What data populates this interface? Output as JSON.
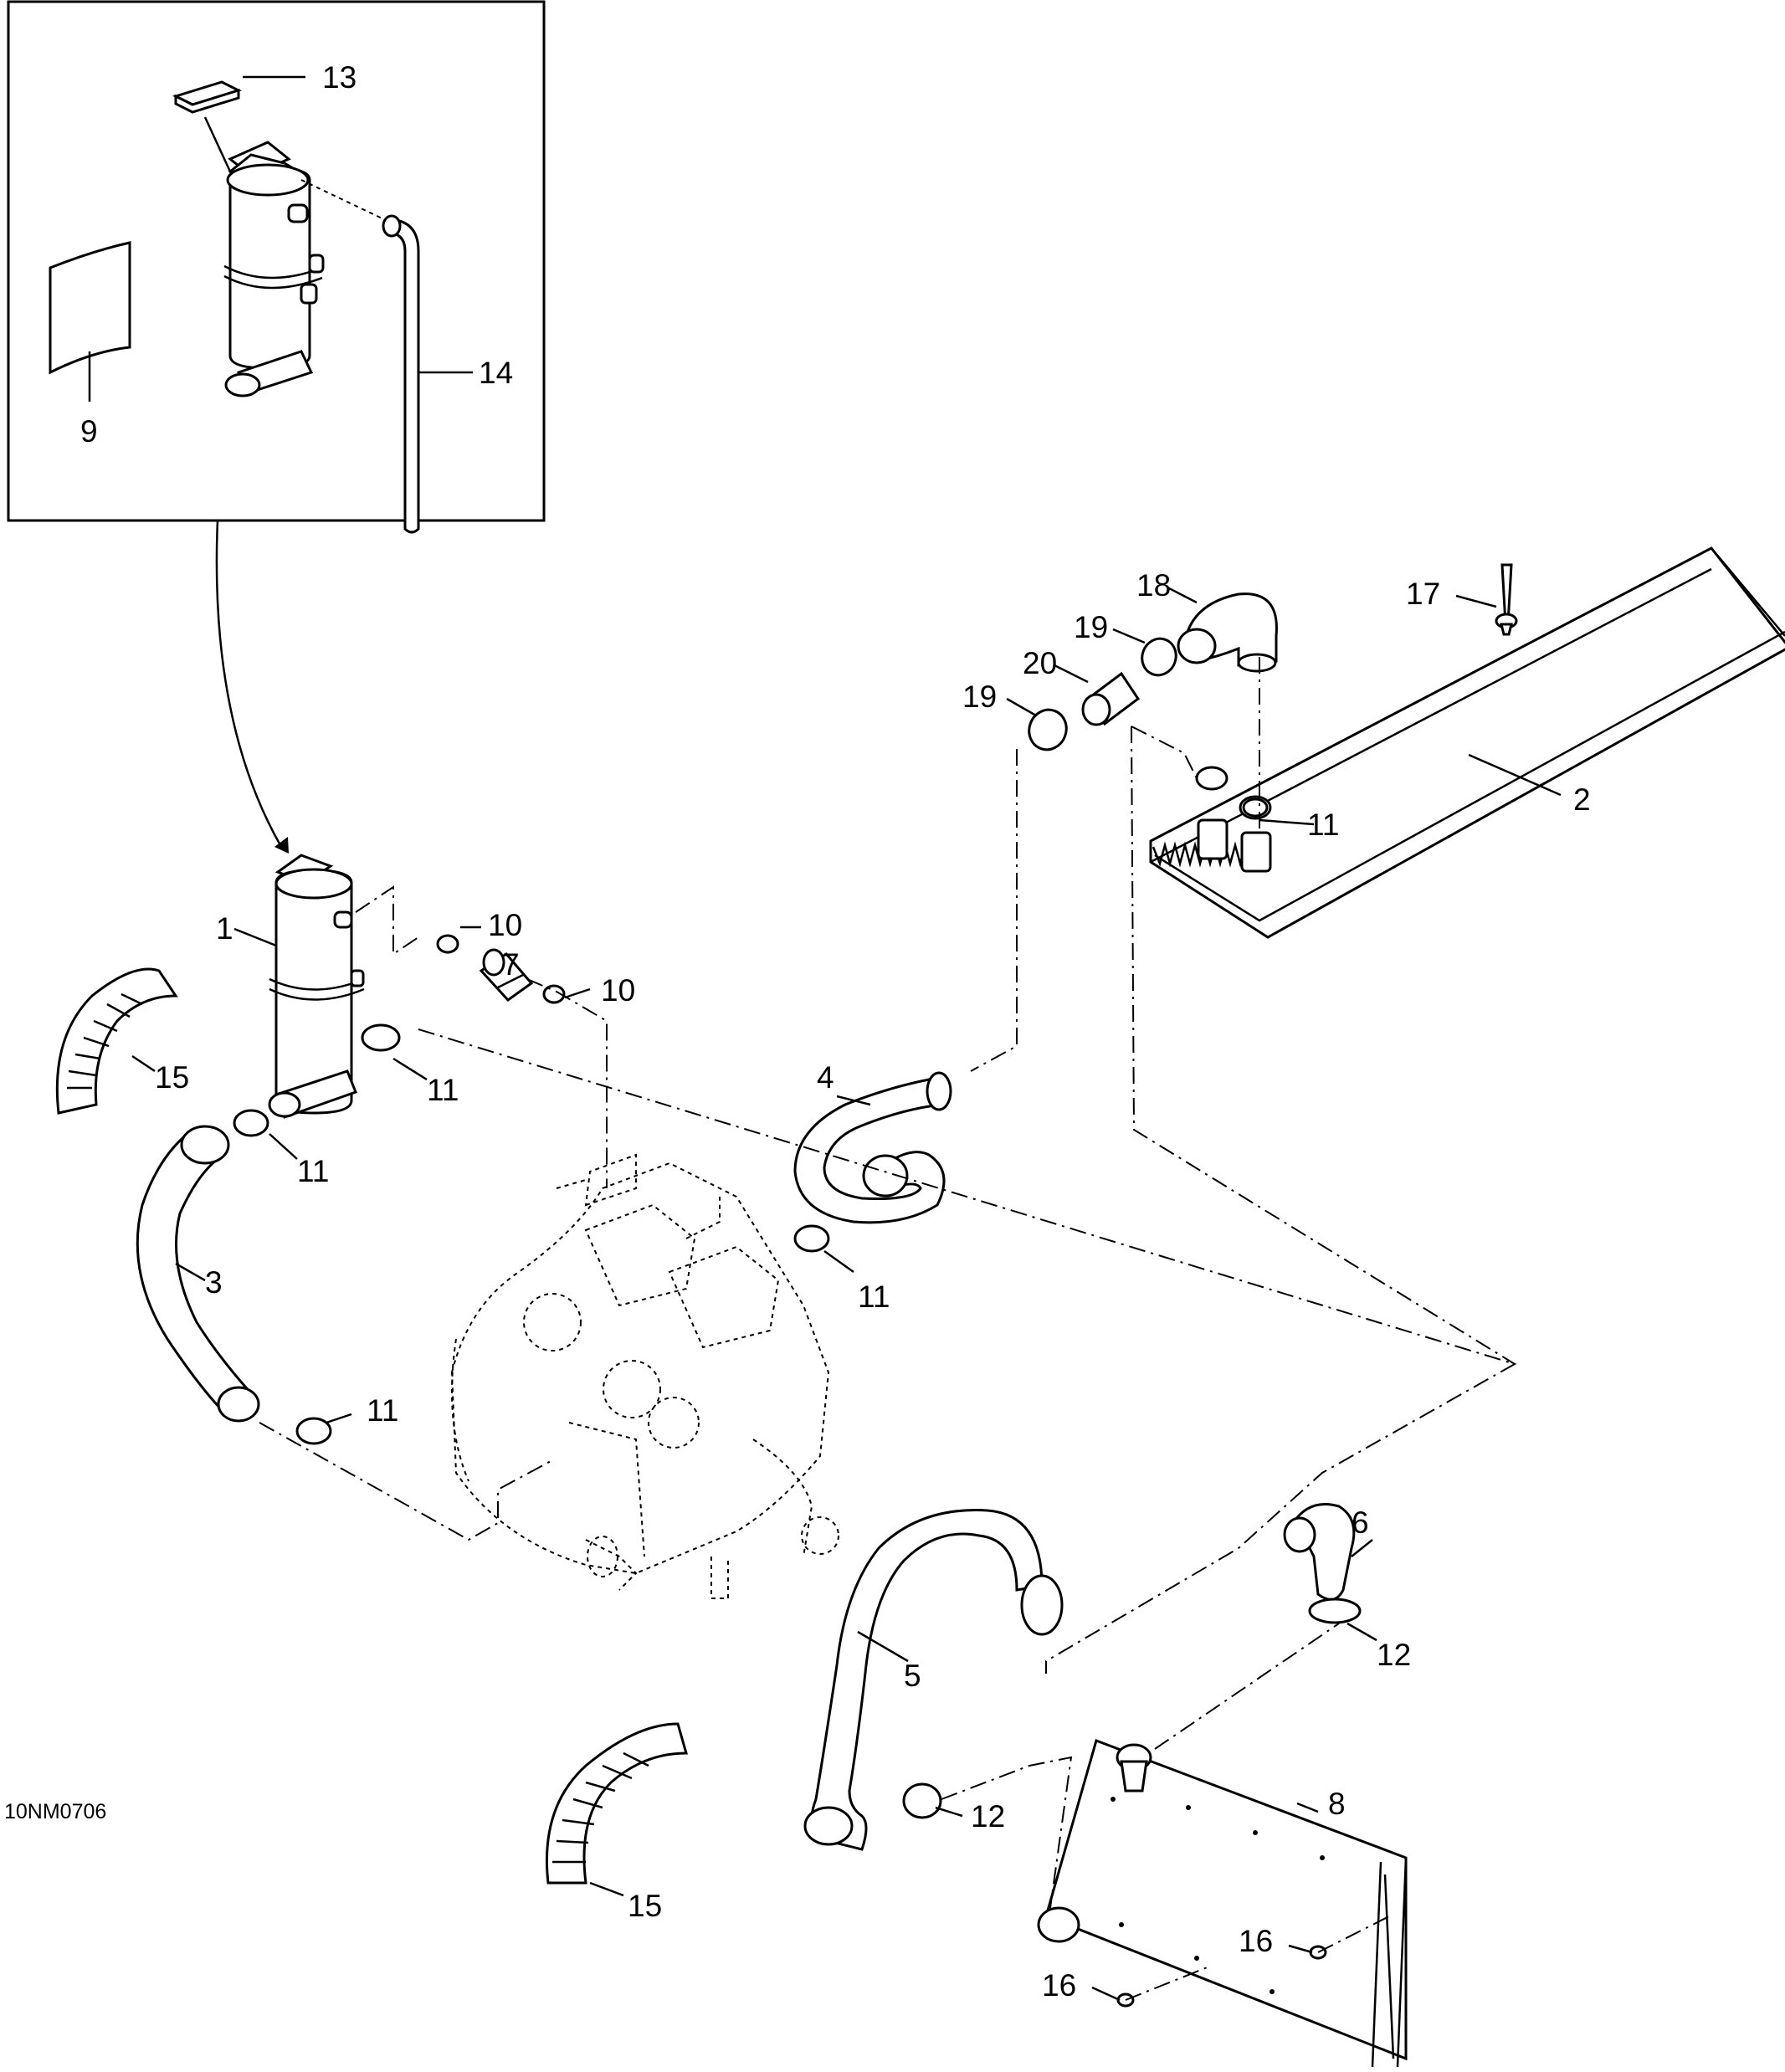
{
  "drawing_code": "10NM0706",
  "callouts": {
    "c1": "1",
    "c2": "2",
    "c3": "3",
    "c4": "4",
    "c5": "5",
    "c6": "6",
    "c7": "7",
    "c8": "8",
    "c9": "9",
    "c10a": "10",
    "c10b": "10",
    "c11a": "11",
    "c11b": "11",
    "c11c": "11",
    "c11d": "11",
    "c11e": "11",
    "c12a": "12",
    "c12b": "12",
    "c13": "13",
    "c14": "14",
    "c15a": "15",
    "c15b": "15",
    "c16a": "16",
    "c16b": "16",
    "c17": "17",
    "c18": "18",
    "c19a": "19",
    "c19b": "19",
    "c20": "20"
  }
}
